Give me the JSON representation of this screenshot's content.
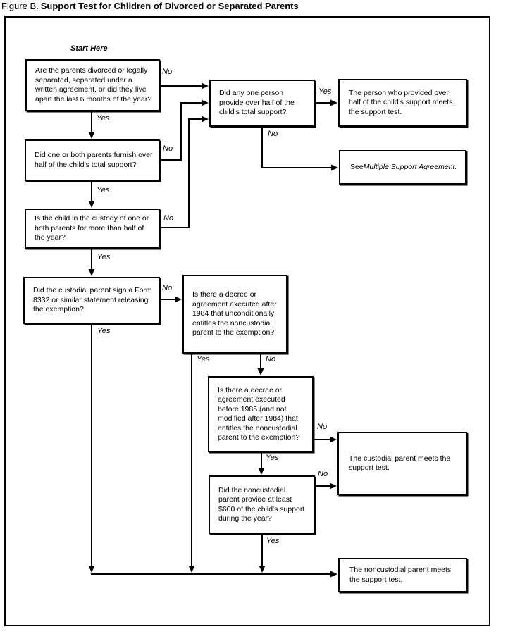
{
  "title": {
    "prefix": "Figure B.",
    "main": "Support Test for Children of Divorced or Separated Parents"
  },
  "start_label": "Start Here",
  "nodes": [
    {
      "id": "parents-divorced",
      "type": "question",
      "text": "Are the parents divorced or legally separated, separated under a written agreement, or did they live apart the last 6 months of the year?"
    },
    {
      "id": "one-person-provided-half",
      "type": "question",
      "text": "Did any one person provide over half of the child's total support?"
    },
    {
      "id": "person-provided-meets-test",
      "type": "result",
      "text": "The person who provided over half of the child's support meets the support test."
    },
    {
      "id": "see-multiple-support-agreement",
      "type": "result",
      "prefix": "See ",
      "italic": "Multiple Support Agreement."
    },
    {
      "id": "parents-furnish-half",
      "type": "question",
      "text": "Did one or both parents furnish over half of the child's total support?"
    },
    {
      "id": "child-in-custody",
      "type": "question",
      "text": "Is the child in the custody of one or both parents for more than half of the year?"
    },
    {
      "id": "custodial-signed-form-8332",
      "type": "question",
      "text": "Did the custodial parent sign a Form 8332 or similar statement releasing the exemption?"
    },
    {
      "id": "decree-after-1984",
      "type": "question",
      "text": "Is there a decree or agreement executed after 1984 that unconditionally entitles the noncustodial parent to the exemption?"
    },
    {
      "id": "decree-before-1985",
      "type": "question",
      "text": "Is there a decree or agreement executed before 1985 (and not modified after 1984) that entitles the noncustodial parent to the exemption?"
    },
    {
      "id": "noncustodial-provided-600",
      "type": "question",
      "text": "Did the noncustodial parent provide at least $600 of the child's support during the year?"
    },
    {
      "id": "custodial-meets-test",
      "type": "result",
      "text": "The custodial parent meets the support test."
    },
    {
      "id": "noncustodial-meets-test",
      "type": "result",
      "text": "The noncustodial parent meets the support test."
    }
  ],
  "edges": [
    {
      "from": "parents-divorced",
      "to": "one-person-provided-half",
      "label": "No"
    },
    {
      "from": "parents-divorced",
      "to": "parents-furnish-half",
      "label": "Yes"
    },
    {
      "from": "parents-furnish-half",
      "to": "one-person-provided-half",
      "label": "No"
    },
    {
      "from": "parents-furnish-half",
      "to": "child-in-custody",
      "label": "Yes"
    },
    {
      "from": "child-in-custody",
      "to": "one-person-provided-half",
      "label": "No"
    },
    {
      "from": "child-in-custody",
      "to": "custodial-signed-form-8332",
      "label": "Yes"
    },
    {
      "from": "one-person-provided-half",
      "to": "person-provided-meets-test",
      "label": "Yes"
    },
    {
      "from": "one-person-provided-half",
      "to": "see-multiple-support-agreement",
      "label": "No"
    },
    {
      "from": "custodial-signed-form-8332",
      "to": "decree-after-1984",
      "label": "No"
    },
    {
      "from": "custodial-signed-form-8332",
      "to": "noncustodial-meets-test",
      "label": "Yes"
    },
    {
      "from": "decree-after-1984",
      "to": "noncustodial-meets-test",
      "label": "Yes"
    },
    {
      "from": "decree-after-1984",
      "to": "decree-before-1985",
      "label": "No"
    },
    {
      "from": "decree-before-1985",
      "to": "custodial-meets-test",
      "label": "No"
    },
    {
      "from": "decree-before-1985",
      "to": "noncustodial-provided-600",
      "label": "Yes"
    },
    {
      "from": "noncustodial-provided-600",
      "to": "custodial-meets-test",
      "label": "No"
    },
    {
      "from": "noncustodial-provided-600",
      "to": "noncustodial-meets-test",
      "label": "Yes"
    }
  ]
}
